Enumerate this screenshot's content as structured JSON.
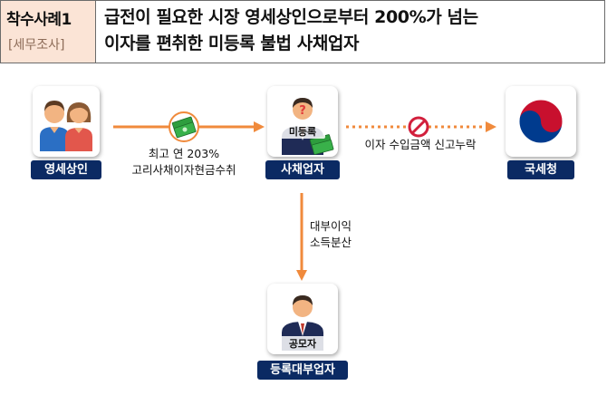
{
  "header": {
    "case_title": "착수사례1",
    "case_sub": "[세무조사]",
    "line1": "급전이 필요한 시장 영세상인으로부터 200%가 넘는",
    "line2": "이자를 편취한 미등록 불법 사채업자"
  },
  "nodes": {
    "merchants": {
      "label": "영세상인"
    },
    "lender": {
      "label": "사채업자",
      "badge": "미등록"
    },
    "nts": {
      "label": "국세청"
    },
    "registered": {
      "label": "등록대부업자",
      "badge": "공모자"
    }
  },
  "edges": {
    "merchants_to_lender": {
      "line1": "최고 연 203%",
      "line2": "고리사채이자현금수취"
    },
    "lender_to_nts": {
      "label": "이자 수입금액 신고누락"
    },
    "lender_to_registered": {
      "line1": "대부이익",
      "line2": "소득분산"
    }
  },
  "colors": {
    "arrow": "#f08a3c",
    "label_bg": "#0b2a63",
    "header_left_bg": "#fbe4d6",
    "money": "#2e9e3e",
    "prohibit": "#d21f3c"
  }
}
